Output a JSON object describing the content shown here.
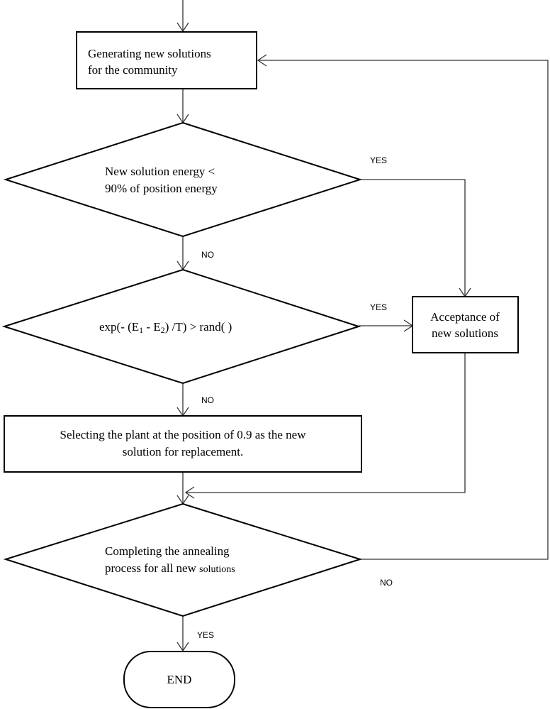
{
  "nodes": {
    "generate": {
      "lines": [
        "Generating new solutions",
        "for the community"
      ]
    },
    "decision_energy": {
      "lines": [
        "New solution energy <",
        "90% of position energy"
      ]
    },
    "decision_exp": {
      "prefix": "exp(- (E",
      "sub1": "1",
      "mid": " - E",
      "sub2": "2",
      "suffix": ") /T) > rand( )"
    },
    "accept": {
      "lines": [
        "Acceptance of",
        "new solutions"
      ]
    },
    "select": {
      "lines": [
        "Selecting the plant at the position of 0.9 as the new",
        "solution for replacement."
      ]
    },
    "decision_complete": {
      "line1": "Completing the annealing",
      "line2_main": "process for all new ",
      "line2_small": "solutions"
    },
    "end": {
      "label": "END"
    }
  },
  "edges": {
    "energy_yes": "YES",
    "energy_no": "NO",
    "exp_yes": "YES",
    "exp_no": "NO",
    "complete_no": "NO",
    "complete_yes": "YES"
  }
}
